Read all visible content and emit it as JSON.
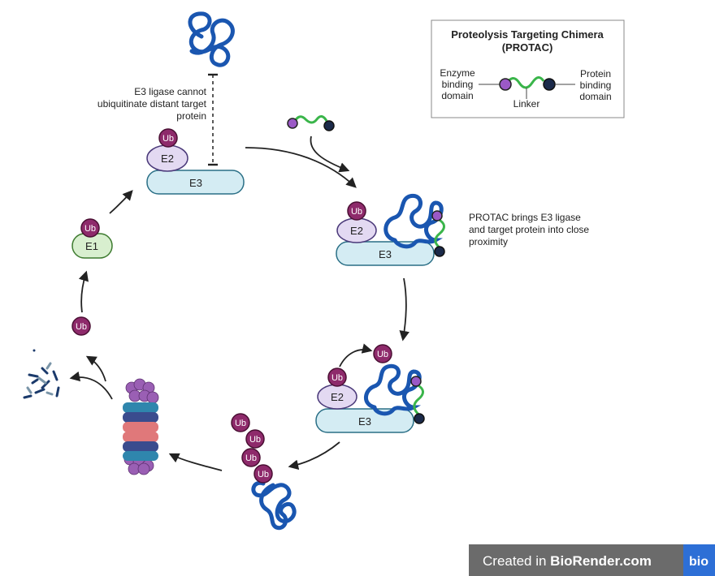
{
  "legend": {
    "title_line1": "Proteolysis Targeting Chimera",
    "title_line2": "(PROTAC)",
    "enzyme_label": [
      "Enzyme",
      "binding",
      "domain"
    ],
    "protein_label": [
      "Protein",
      "binding",
      "domain"
    ],
    "linker_label": "Linker"
  },
  "annotations": {
    "cannot_ubiquitinate": [
      "E3 ligase cannot",
      "ubiquitinate distant target",
      "protein"
    ],
    "brings_close": [
      "PROTAC brings E3 ligase",
      "and target protein into close",
      "proximity"
    ]
  },
  "molecules": {
    "ub": "Ub",
    "e1": "E1",
    "e2": "E2",
    "e3": "E3"
  },
  "watermark": {
    "prefix": "Created in ",
    "brand": "BioRender.com",
    "logo": "bio"
  },
  "colors": {
    "ub": "#8e2a6b",
    "e1_fill": "#d8efcf",
    "e2_fill": "#e3d9f2",
    "e3_fill": "#d4ecf3",
    "protein": "#1a56b0",
    "linker": "#3ab54a",
    "enzyme_binder": "#9b59c6",
    "protein_binder": "#1b2a4a"
  }
}
